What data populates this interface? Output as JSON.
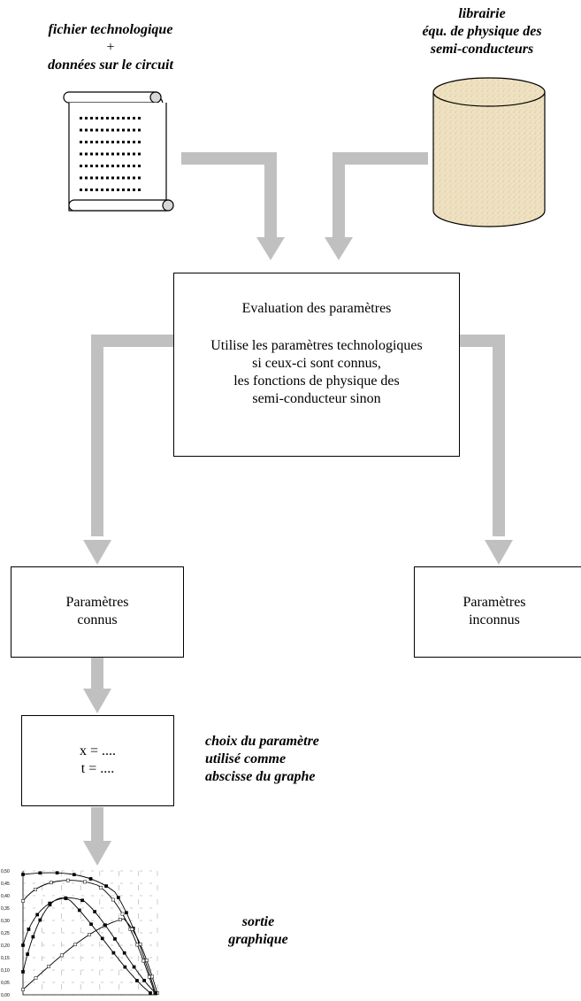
{
  "sources": {
    "tech_file_label_line1": "fichier technologique",
    "tech_file_label_line2": "+",
    "tech_file_label_line3": "données sur le circuit",
    "library_label_line1": "librairie",
    "library_label_line2": "équ. de physique des",
    "library_label_line3": "semi-conducteurs"
  },
  "evaluation": {
    "title": "Evaluation des paramètres",
    "line1": "Utilise les paramètres technologiques",
    "line2": "si ceux-ci sont connus,",
    "line3": "les fonctions de physique des",
    "line4": "semi-conducteur sinon"
  },
  "known": {
    "line1": "Paramètres",
    "line2": "connus"
  },
  "unknown": {
    "line1": "Paramètres",
    "line2": "inconnus"
  },
  "choice_box": {
    "line1": "x = ....",
    "line2": "t = ...."
  },
  "choice_caption": {
    "line1": "choix du paramètre",
    "line2": "utilisé comme",
    "line3": "abscisse du graphe"
  },
  "output_caption": {
    "line1": "sortie",
    "line2": "graphique"
  },
  "mini_chart": {
    "ytick_labels": [
      "0,50",
      "0,45",
      "0,40",
      "0,35",
      "0,30",
      "0,25",
      "0,20",
      "0,15",
      "0,10",
      "0,05",
      "0,00"
    ]
  },
  "colors": {
    "arrow": "#c0c0c0",
    "cylinder": "#f1e6c8"
  }
}
